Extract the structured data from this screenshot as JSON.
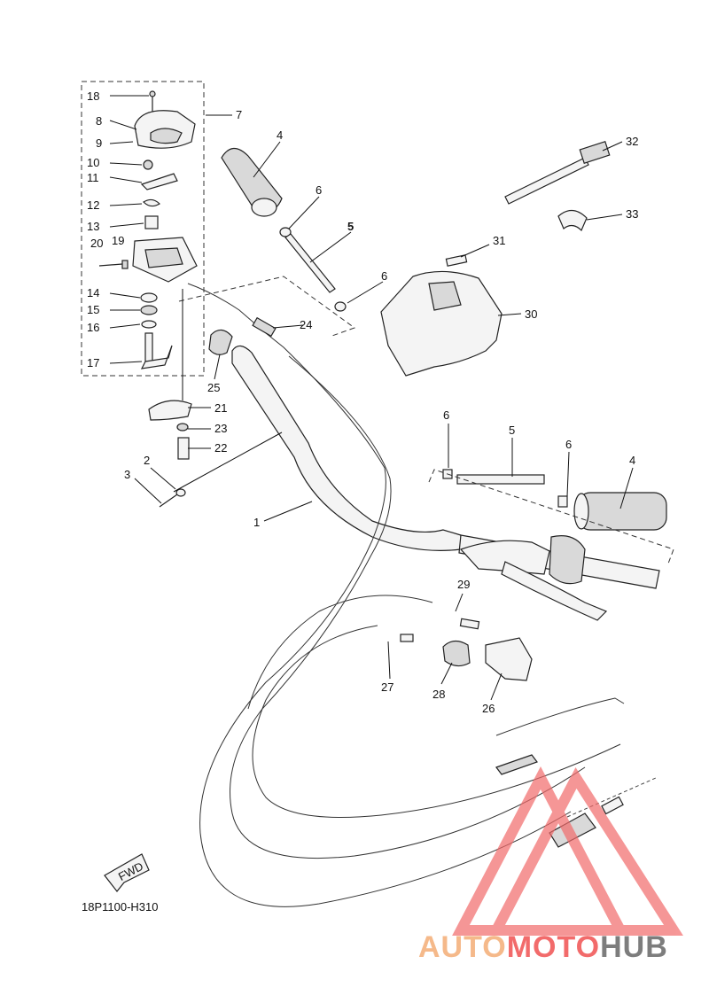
{
  "diagram": {
    "code": "18P1100-H310",
    "fwd_label": "FWD",
    "watermark": {
      "part1": "AUTO",
      "part2": "MOTO",
      "part3": "HUB",
      "color1": "#f5b98a",
      "color2": "#f26b6b",
      "color3": "#7d7d7d"
    },
    "callouts": [
      "1",
      "2",
      "3",
      "4",
      "5",
      "6",
      "7",
      "8",
      "9",
      "10",
      "11",
      "12",
      "13",
      "14",
      "15",
      "16",
      "17",
      "18",
      "19",
      "20",
      "21",
      "22",
      "23",
      "24",
      "25",
      "26",
      "27",
      "28",
      "29",
      "30",
      "31",
      "32",
      "33"
    ],
    "callouts_right": {
      "c4b": "4",
      "c5b": "5",
      "c6b": "6",
      "c6c": "6",
      "c6d": "6"
    }
  }
}
